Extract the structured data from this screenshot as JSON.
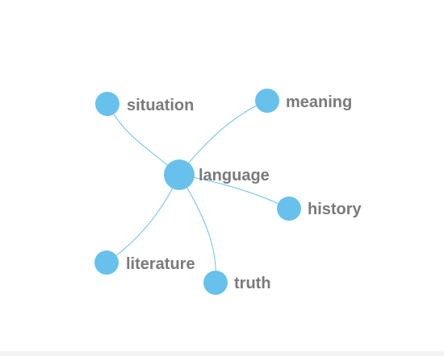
{
  "graph": {
    "node_color": "#67c1ec",
    "edge_color": "#67c1ec",
    "label_color": "#7a7a7a",
    "center": {
      "id": "language",
      "label": "language"
    },
    "nodes": [
      {
        "id": "situation",
        "label": "situation"
      },
      {
        "id": "meaning",
        "label": "meaning"
      },
      {
        "id": "history",
        "label": "history"
      },
      {
        "id": "literature",
        "label": "literature"
      },
      {
        "id": "truth",
        "label": "truth"
      }
    ]
  }
}
